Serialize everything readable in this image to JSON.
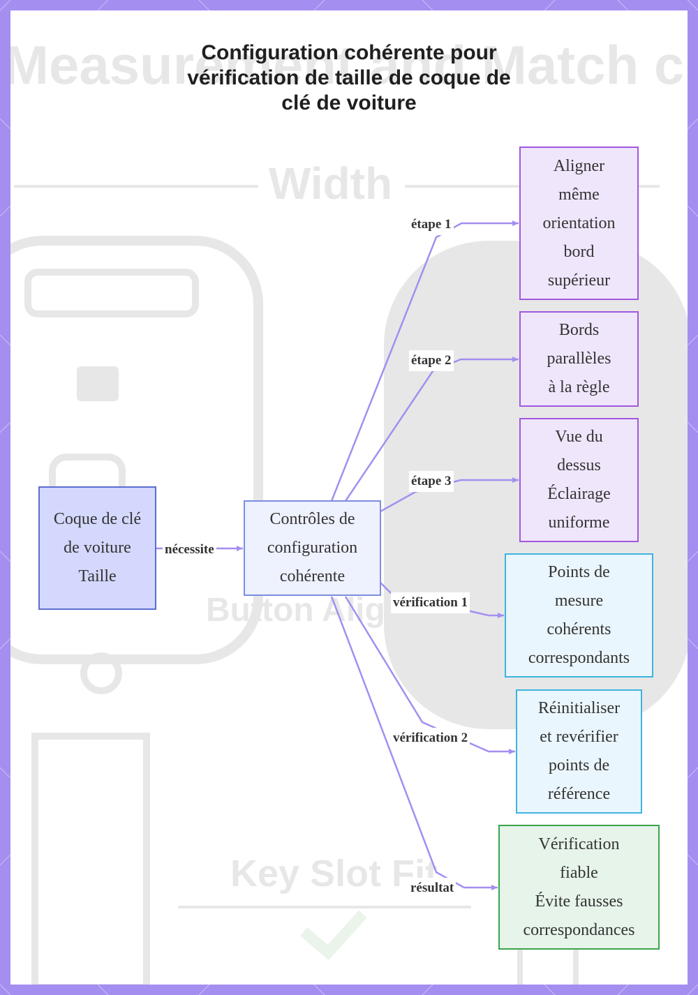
{
  "title": {
    "line1": "Configuration cohérente pour",
    "line2": "vérification de taille de coque de",
    "line3": "clé de voiture"
  },
  "background_text": {
    "header": "Measurement and Match cue",
    "width": "Width",
    "button": "Button Alignment",
    "slot": "Key Slot Fit"
  },
  "colors": {
    "frame": "#a48ef0",
    "edge": "#a48ef0",
    "root_fill": "#d4d8fc",
    "step_border": "#a157e0",
    "check_border": "#3db3e0",
    "result_border": "#3aa34b"
  },
  "nodes": {
    "root": {
      "lines": [
        "Coque de clé",
        "de voiture",
        "Taille"
      ]
    },
    "center": {
      "lines": [
        "Contrôles de",
        "configuration",
        "cohérente"
      ]
    },
    "step1": {
      "lines": [
        "Aligner",
        "même",
        "orientation",
        "bord",
        "supérieur"
      ]
    },
    "step2": {
      "lines": [
        "Bords",
        "parallèles",
        "à la règle"
      ]
    },
    "step3": {
      "lines": [
        "Vue du",
        "dessus",
        "Éclairage",
        "uniforme"
      ]
    },
    "check1": {
      "lines": [
        "Points de",
        "mesure",
        "cohérents",
        "correspondants"
      ]
    },
    "check2": {
      "lines": [
        "Réinitialiser",
        "et revérifier",
        "points de",
        "référence"
      ]
    },
    "result": {
      "lines": [
        "Vérification",
        "fiable",
        "Évite fausses",
        "correspondances"
      ]
    }
  },
  "edge_labels": {
    "requires": "nécessite",
    "step1": "étape 1",
    "step2": "étape 2",
    "step3": "étape 3",
    "check1": "vérification 1",
    "check2": "vérification 2",
    "result": "résultat"
  }
}
